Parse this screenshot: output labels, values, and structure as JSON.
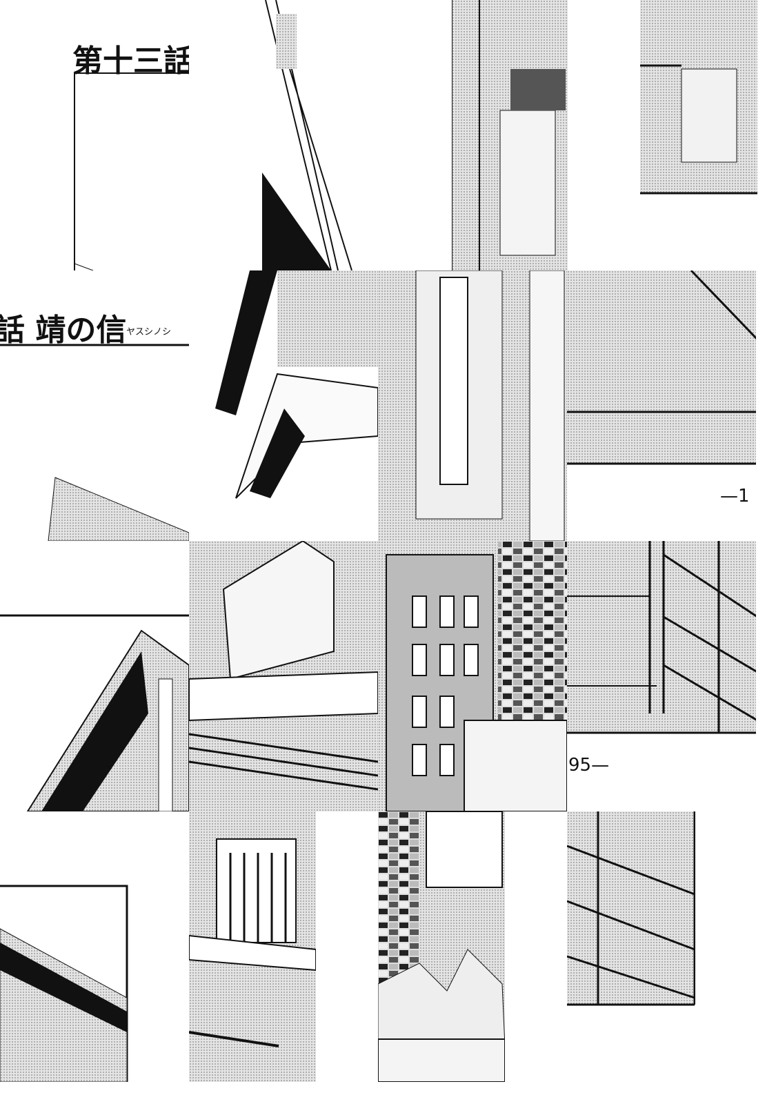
{
  "page": {
    "title_fragment_top": "第十三話",
    "title_fragment_bottom": "話 靖の信",
    "subtitle_fragment": "ヤスシノシ",
    "page_number_left": "—1",
    "page_number_right": "95—"
  },
  "colors": {
    "ink": "#111111",
    "paper": "#ffffff",
    "screentone": "#bdbdbd"
  }
}
